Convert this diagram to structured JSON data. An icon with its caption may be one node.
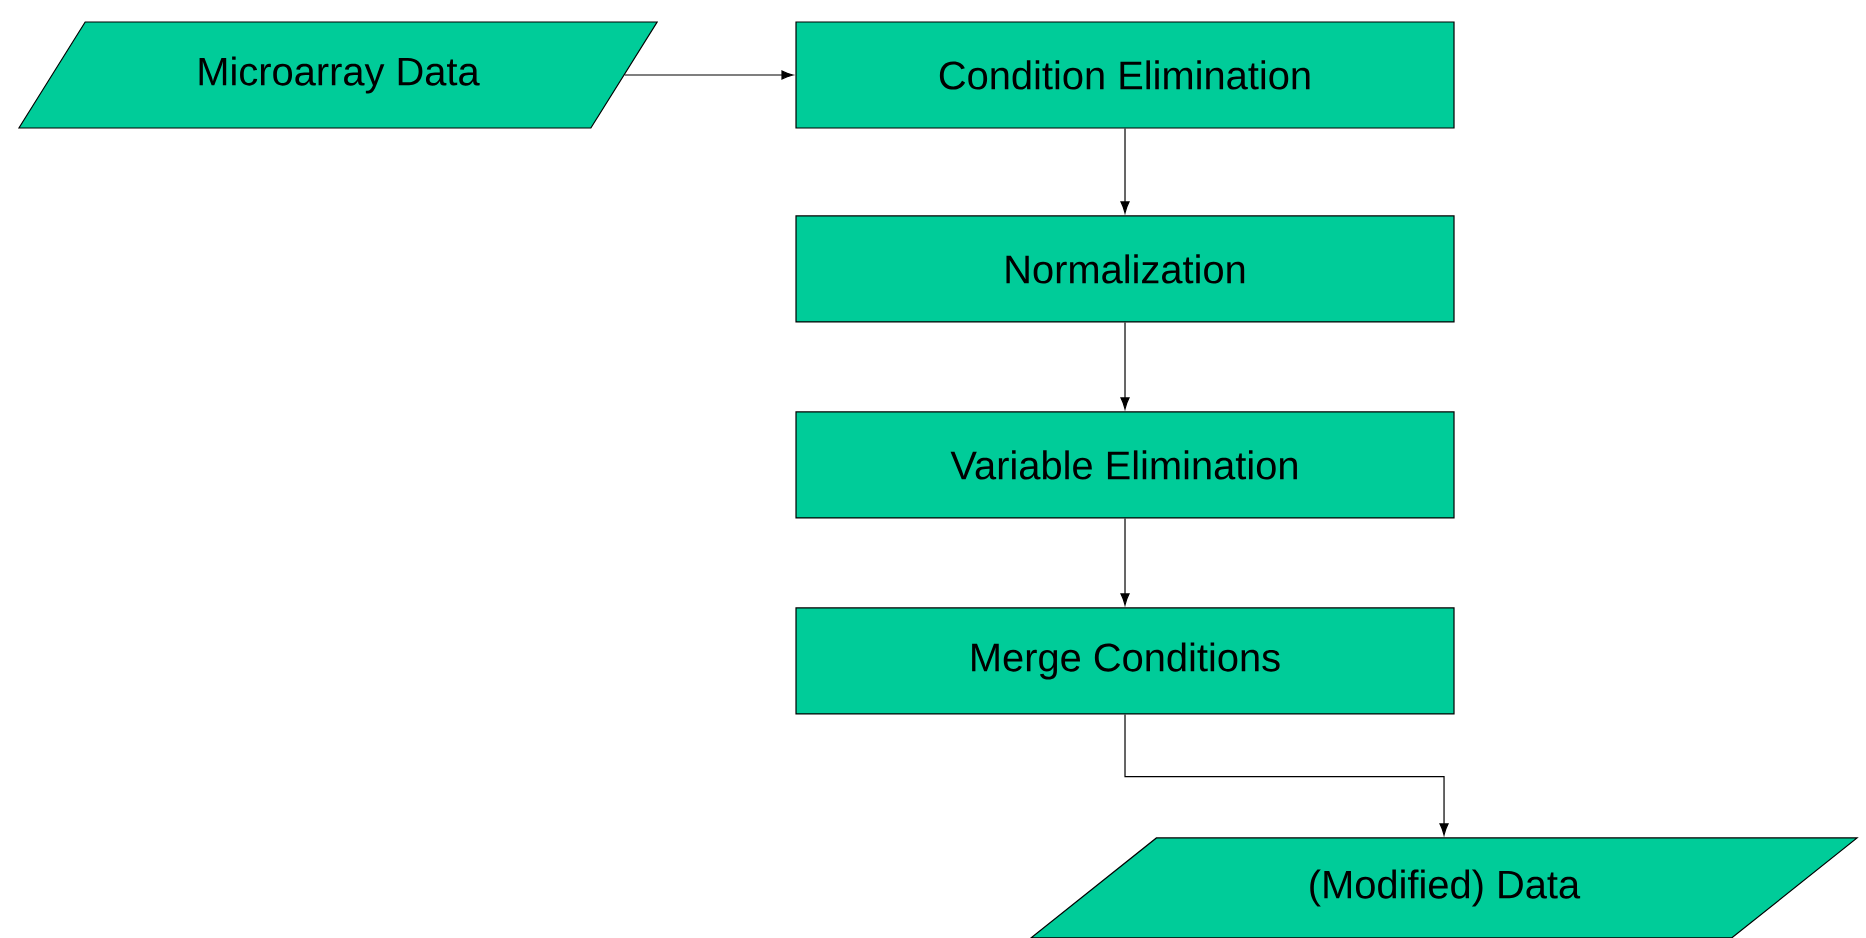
{
  "diagram": {
    "nodes": [
      {
        "text": [
          "Microarray Data"
        ]
      },
      {
        "text": [
          "Condition Elimination"
        ]
      },
      {
        "text": [
          "Normalization"
        ]
      },
      {
        "text": [
          "Variable Elimination"
        ]
      },
      {
        "text": [
          "Merge Conditions"
        ]
      },
      {
        "text": [
          "(Modified) Data"
        ]
      }
    ],
    "edges": [
      {
        "from": 0,
        "to": 1,
        "arrow": "to"
      },
      {
        "from": 1,
        "to": 2,
        "arrow": "to"
      },
      {
        "from": 2,
        "to": 3,
        "arrow": "to"
      },
      {
        "from": 3,
        "to": 4,
        "arrow": "to"
      },
      {
        "from": 4,
        "to": 5,
        "arrow": "to"
      }
    ]
  }
}
